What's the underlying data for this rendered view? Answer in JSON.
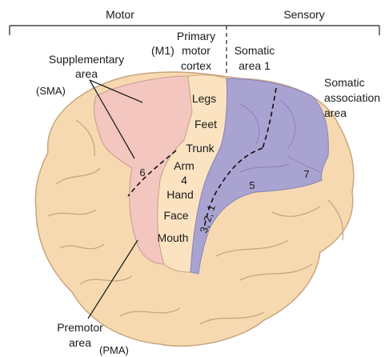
{
  "header": {
    "motor": "Motor",
    "sensory": "Sensory"
  },
  "labels": {
    "primary_motor": [
      "Primary",
      "motor",
      "cortex"
    ],
    "m1": "(M1)",
    "somatic_area_1": [
      "Somatic",
      "area 1"
    ],
    "supplementary": [
      "Supplementary",
      "area"
    ],
    "sma": "(SMA)",
    "somatic_association": [
      "Somatic",
      "association",
      "area"
    ],
    "premotor": [
      "Premotor",
      "area"
    ],
    "pma": "(PMA)"
  },
  "body_map": [
    "Legs",
    "Feet",
    "Trunk",
    "Arm",
    "4",
    "Hand",
    "Face",
    "Mouth"
  ],
  "brodmann": {
    "area6": "6",
    "area5": "5",
    "area7": "7",
    "area321": "3, 2, 1"
  },
  "colors": {
    "brain": "#f6d9b0",
    "brain_fold": "#c9a57f",
    "motor_pink": "#f3c7c0",
    "primary_motor": "#fbe3c2",
    "sensory_purple": "#a9a3d2",
    "outline": "#222222"
  }
}
